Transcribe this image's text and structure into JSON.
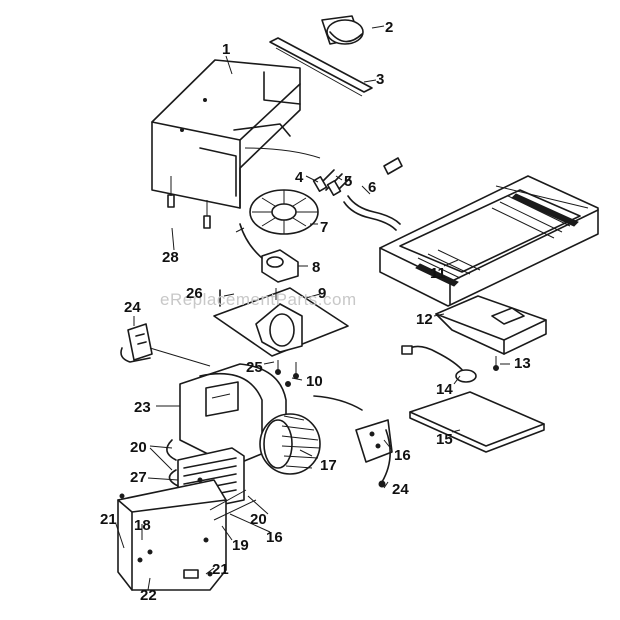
{
  "watermark": "eReplacementParts.com",
  "callouts": [
    "1",
    "2",
    "3",
    "4",
    "5",
    "6",
    "7",
    "8",
    "9",
    "10",
    "11",
    "12",
    "13",
    "14",
    "15",
    "16",
    "16",
    "17",
    "18",
    "19",
    "20",
    "20",
    "21",
    "21",
    "22",
    "23",
    "24",
    "24",
    "25",
    "26",
    "27",
    "28"
  ]
}
